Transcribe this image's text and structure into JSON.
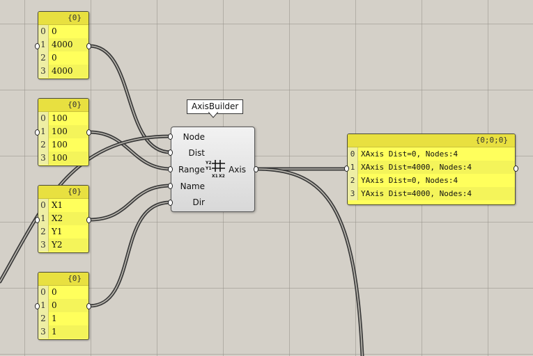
{
  "panels": [
    {
      "header": "{0}",
      "rows": [
        {
          "i": "0",
          "v": "0"
        },
        {
          "i": "1",
          "v": "4000"
        },
        {
          "i": "2",
          "v": "0"
        },
        {
          "i": "3",
          "v": "4000"
        }
      ]
    },
    {
      "header": "{0}",
      "rows": [
        {
          "i": "0",
          "v": "100"
        },
        {
          "i": "1",
          "v": "100"
        },
        {
          "i": "2",
          "v": "100"
        },
        {
          "i": "3",
          "v": "100"
        }
      ]
    },
    {
      "header": "{0}",
      "rows": [
        {
          "i": "0",
          "v": "X1"
        },
        {
          "i": "1",
          "v": "X2"
        },
        {
          "i": "2",
          "v": "Y1"
        },
        {
          "i": "3",
          "v": "Y2"
        }
      ]
    },
    {
      "header": "{0}",
      "rows": [
        {
          "i": "0",
          "v": "0"
        },
        {
          "i": "1",
          "v": "0"
        },
        {
          "i": "2",
          "v": "1"
        },
        {
          "i": "3",
          "v": "1"
        }
      ]
    }
  ],
  "component": {
    "tooltip": "AxisBuilder",
    "inputs": [
      "Node",
      "Dist",
      "Range",
      "Name",
      "Dir"
    ],
    "output": "Axis",
    "icon_labels": {
      "y2": "Y2",
      "y1": "Y1",
      "x1": "X1",
      "x2": "X2"
    }
  },
  "output_panel": {
    "header": "{0;0;0}",
    "rows": [
      {
        "i": "0",
        "v": "XAxis Dist=0, Nodes:4"
      },
      {
        "i": "1",
        "v": "XAxis Dist=4000, Nodes:4"
      },
      {
        "i": "2",
        "v": "YAxis Dist=0, Nodes:4"
      },
      {
        "i": "3",
        "v": "YAxis Dist=4000, Nodes:4"
      }
    ]
  },
  "colors": {
    "panel": "#ffff5c",
    "canvas": "#d4d0c8",
    "wire": "#3c3c3c"
  }
}
